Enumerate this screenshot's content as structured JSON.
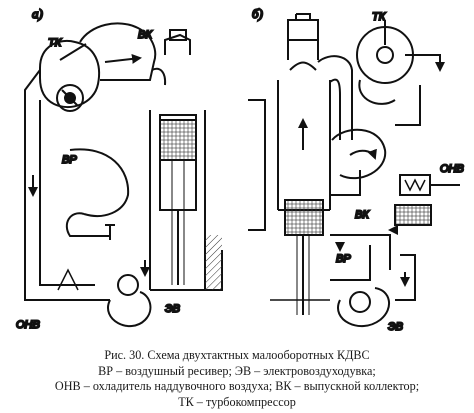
{
  "figure": {
    "panels": [
      {
        "id": "a",
        "label": "а)",
        "labels": {
          "tk": "ТК",
          "vk": "ВК",
          "vr": "ВР",
          "onv": "ОНВ",
          "ev": "ЭВ"
        }
      },
      {
        "id": "b",
        "label": "б)",
        "labels": {
          "tk": "ТК",
          "onv": "ОНВ",
          "vk": "ВК",
          "vr": "ВР",
          "ev": "ЭВ"
        }
      }
    ]
  },
  "caption": {
    "line1": "Рис. 30. Схема двухтактных малооборотных КДВС",
    "line2": "ВР – воздушный ресивер; ЭВ – электровоздуходувка;",
    "line3": "ОНВ – охладитель наддувочного воздуха; ВК – выпускной коллектор;",
    "line4": "ТК – турбокомпрессор"
  }
}
